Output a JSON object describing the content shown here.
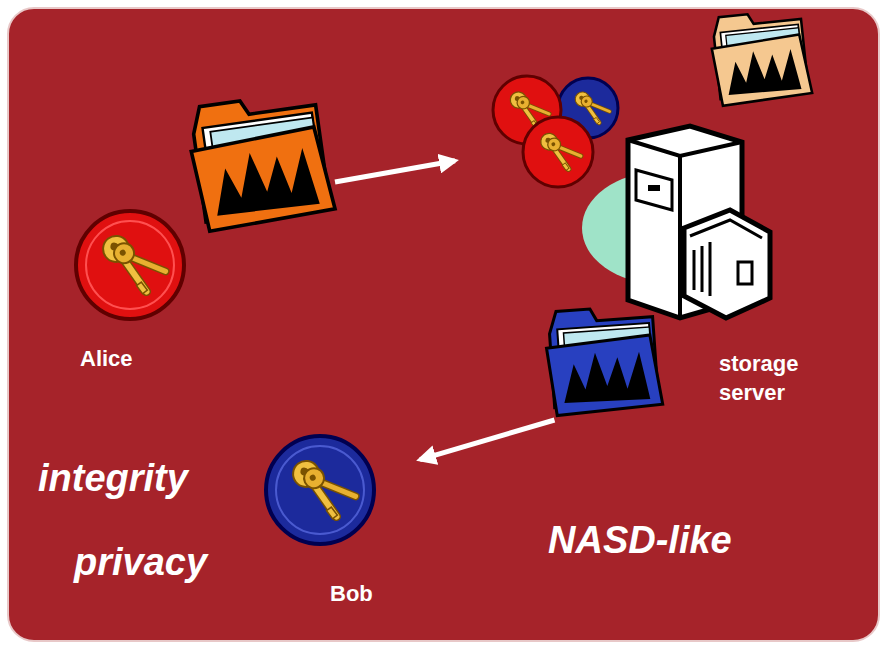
{
  "diagram": {
    "nodes": [
      {
        "text": [
          "Alice"
        ]
      },
      {
        "text": [
          "storage server"
        ]
      },
      {
        "text": [
          "Bob"
        ]
      }
    ],
    "edges": [
      {
        "from": 0,
        "to": 1,
        "arrow": "to"
      },
      {
        "from": 1,
        "to": 2,
        "arrow": "to"
      }
    ],
    "labels": [
      "integrity",
      "privacy",
      "NASD-like"
    ]
  }
}
